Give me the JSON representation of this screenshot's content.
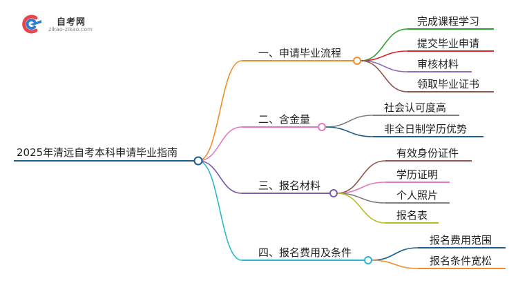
{
  "logo": {
    "title": "自考网",
    "subtitle": "zikao-zikao.com"
  },
  "mindmap": {
    "root": {
      "label": "2025年清远自考本科申请毕业指南",
      "color": "#1f5c86"
    },
    "branches": [
      {
        "label": "一、申请毕业流程",
        "color": "#f28c28",
        "children": [
          {
            "label": "完成课程学习",
            "color": "#2ca02c"
          },
          {
            "label": "提交毕业申请",
            "color": "#d62728"
          },
          {
            "label": "审核材料",
            "color": "#9467bd"
          },
          {
            "label": "领取毕业证书",
            "color": "#8c564b"
          }
        ]
      },
      {
        "label": "二、含金量",
        "color": "#e377c2",
        "children": [
          {
            "label": "社会认可度高",
            "color": "#7f7f7f"
          },
          {
            "label": "非全日制学历优势",
            "color": "#1f5c86"
          }
        ]
      },
      {
        "label": "三、报名材料",
        "color": "#7a5aa6",
        "children": [
          {
            "label": "有效身份证件",
            "color": "#8c564b"
          },
          {
            "label": "学历证明",
            "color": "#e377c2"
          },
          {
            "label": "个人照片",
            "color": "#7f7f7f"
          },
          {
            "label": "报名表",
            "color": "#b5bd22"
          }
        ]
      },
      {
        "label": "四、报名费用及条件",
        "color": "#2bb6c9",
        "children": [
          {
            "label": "报名费用范围",
            "color": "#1f5c86"
          },
          {
            "label": "报名条件宽松",
            "color": "#f28c28"
          }
        ]
      }
    ]
  }
}
